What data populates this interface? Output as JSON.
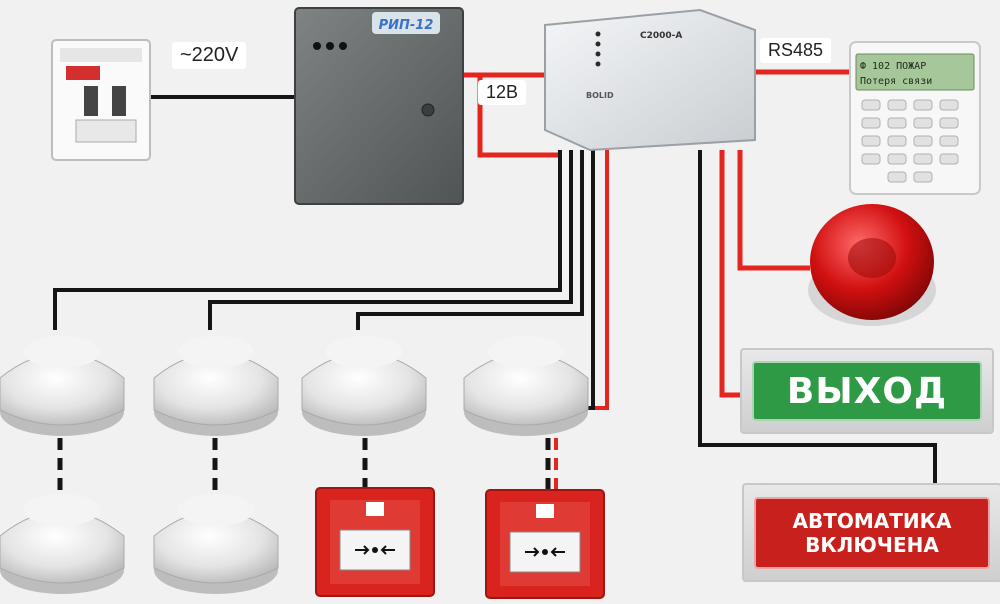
{
  "labels": {
    "mains_voltage": "~220V",
    "low_voltage": "12В",
    "bus": "RS485"
  },
  "devices": {
    "power_supply_model": "РИП-12",
    "controller_model": "С2000-А",
    "controller_brand": "BOLID",
    "keypad_display_line1": "Ф 102 ПОЖАР",
    "keypad_display_line2": "Потеря связи"
  },
  "signs": {
    "exit": "ВЫХОД",
    "auto_line1": "АВТОМАТИКА",
    "auto_line2": "ВКЛЮЧЕНА"
  },
  "colors": {
    "wire_power": "#e2251f",
    "wire_signal": "#151515",
    "exit_green": "#2e9a45",
    "alarm_red": "#c8201c"
  }
}
